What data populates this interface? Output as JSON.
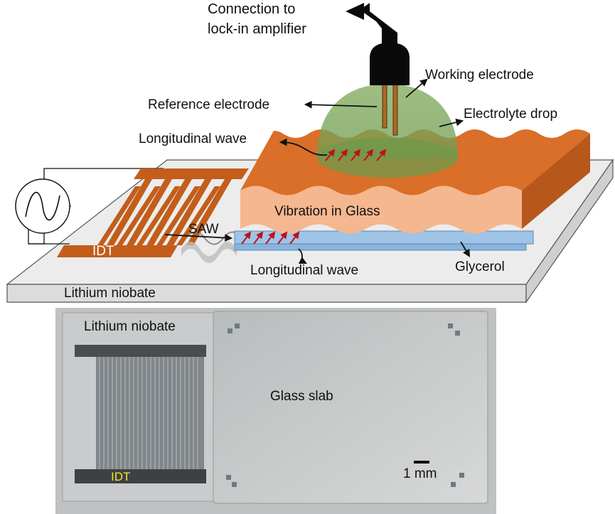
{
  "schematic": {
    "connection_label_line1": "Connection to",
    "connection_label_line2": "lock-in amplifier",
    "working_electrode": "Working electrode",
    "reference_electrode": "Reference electrode",
    "electrolyte_drop": "Electrolyte drop",
    "longitudinal_wave_top": "Longitudinal wave",
    "vibration_in_glass": "Vibration in Glass",
    "saw": "SAW",
    "idt": "IDT",
    "longitudinal_wave_bottom": "Longitudinal wave",
    "glycerol": "Glycerol",
    "lithium_niobate": "Lithium niobate"
  },
  "photo": {
    "lithium_niobate": "Lithium niobate",
    "glass_slab": "Glass slab",
    "idt": "IDT",
    "scale_bar": "1 mm"
  },
  "colors": {
    "copper": "#c35d1a",
    "glass_top": "#d96f28",
    "glass_side": "#f5b78f",
    "glycerol": "#9fc4e6",
    "drop": "#7fa55a",
    "arrow_red": "#c0101a",
    "substrate": "#e9e9e9"
  },
  "icons": [
    "ac-source-icon",
    "plug-icon"
  ]
}
